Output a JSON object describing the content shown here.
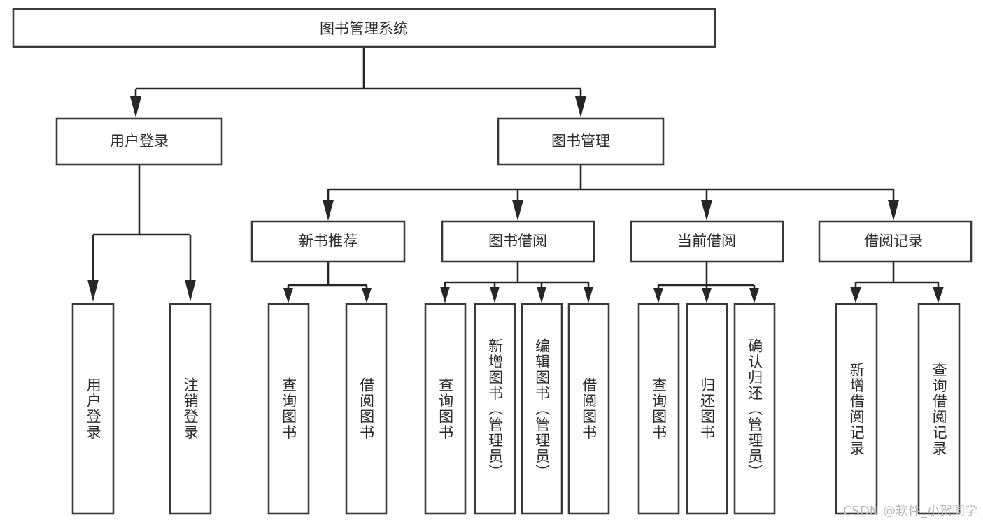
{
  "diagram": {
    "type": "tree",
    "title": "图书管理系统",
    "orientation": "top-down",
    "colors": {
      "box_fill": "#ffffff",
      "box_stroke": "#3a3a3a",
      "edge": "#262626",
      "text": "#2b2b2b",
      "background": "#ffffff",
      "watermark": "#b9b9b9"
    },
    "root": {
      "label": "图书管理系统"
    },
    "level2": [
      {
        "label": "用户登录"
      },
      {
        "label": "图书管理"
      }
    ],
    "level3": [
      {
        "label": "新书推荐"
      },
      {
        "label": "图书借阅"
      },
      {
        "label": "当前借阅"
      },
      {
        "label": "借阅记录"
      }
    ],
    "leaves": {
      "user_login": [
        {
          "label": "用户登录"
        },
        {
          "label": "注销登录"
        }
      ],
      "new_book_recommend": [
        {
          "label": "查询图书"
        },
        {
          "label": "借阅图书"
        }
      ],
      "book_borrow": [
        {
          "label": "查询图书"
        },
        {
          "label": "新增图书（管理员）"
        },
        {
          "label": "编辑图书（管理员）"
        },
        {
          "label": "借阅图书"
        }
      ],
      "current_borrow": [
        {
          "label": "查询图书"
        },
        {
          "label": "归还图书"
        },
        {
          "label": "确认归还（管理员）"
        }
      ],
      "borrow_record": [
        {
          "label": "新增借阅记录"
        },
        {
          "label": "查询借阅记录"
        }
      ]
    }
  },
  "watermark": {
    "text": "CSDN @软件_小贺同学"
  }
}
